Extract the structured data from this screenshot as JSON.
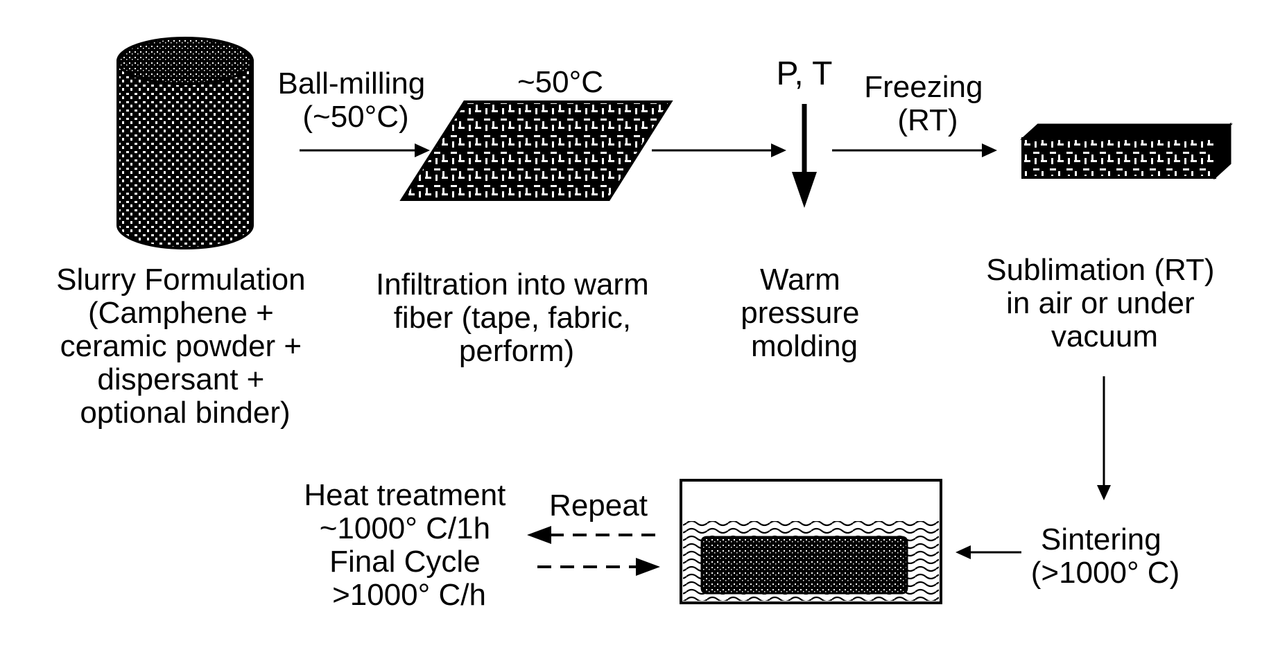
{
  "colors": {
    "ink": "#000000",
    "paper": "#ffffff"
  },
  "steps": {
    "slurry": {
      "lines": [
        "Slurry Formulation",
        "(Camphene +",
        "ceramic powder +",
        "dispersant +",
        "optional binder)"
      ],
      "icon": "cylinder-icon"
    },
    "ball_milling": {
      "lines": [
        "Ball-milling",
        "(~50°C)"
      ]
    },
    "infiltration": {
      "temp": "~50°C",
      "lines": [
        "Infiltration into warm",
        "fiber (tape, fabric,",
        "perform)"
      ],
      "icon": "woven-fabric-icon"
    },
    "pressing": {
      "label": "P, T"
    },
    "molding": {
      "lines": [
        "Warm",
        "pressure",
        "molding"
      ]
    },
    "freezing": {
      "lines": [
        "Freezing",
        "(RT)"
      ]
    },
    "sublimation": {
      "lines": [
        "Sublimation (RT)",
        "in air or under",
        "vacuum"
      ],
      "icon": "frozen-block-icon"
    },
    "sintering": {
      "lines": [
        "Sintering",
        "(>1000° C)"
      ]
    },
    "bath": {
      "icon": "sintering-bath-icon"
    },
    "repeat": {
      "label": "Repeat"
    },
    "heat_treatment": {
      "lines": [
        "Heat treatment",
        "~1000° C/1h",
        "Final Cycle",
        ">1000° C/h"
      ]
    }
  }
}
